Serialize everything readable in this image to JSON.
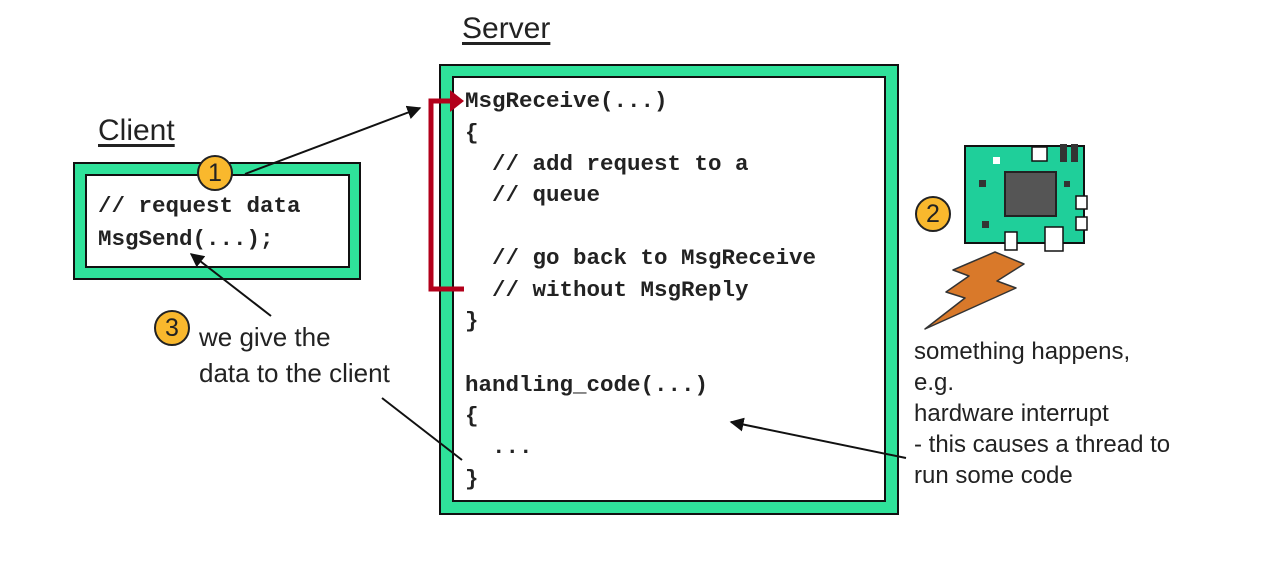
{
  "server": {
    "title": "Server",
    "code_lines": [
      "MsgReceive(...)",
      "{",
      "  // add request to a",
      "  // queue",
      "",
      "  // go back to MsgReceive",
      "  // without MsgReply",
      "}",
      "",
      "handling_code(...)",
      "{",
      "  ...",
      "}"
    ]
  },
  "client": {
    "title": "Client",
    "code_lines": [
      "// request data",
      "MsgSend(...);"
    ]
  },
  "steps": {
    "step1": "1",
    "step2": "2",
    "step3": "3"
  },
  "notes": {
    "client_note": [
      "we give the",
      "data to the client"
    ],
    "hardware_note": [
      "something happens,",
      "e.g.",
      "hardware interrupt",
      "- this causes a thread to",
      "run some code"
    ]
  },
  "colors": {
    "box_fill": "#2fe29a",
    "loop_arrow": "#b3001b",
    "badge": "#f9b82d",
    "board": "#1fcf9a",
    "lightning": "#d9792a"
  }
}
